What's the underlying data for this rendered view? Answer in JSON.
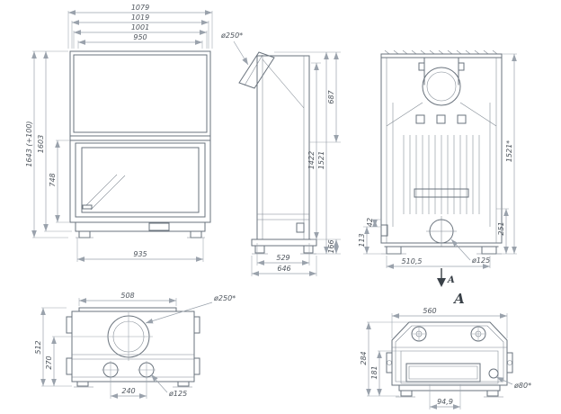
{
  "drawing": {
    "background": "#ffffff",
    "line_color": "#6a737d",
    "dim_color": "#9aa2ac",
    "views": {
      "front": {
        "width_overall": "1079",
        "width_2": "1019",
        "width_3": "1001",
        "width_opening": "950",
        "height_overall": "1643 (+100)",
        "height_2": "1603",
        "height_firebox": "748",
        "width_base": "935"
      },
      "side": {
        "flue_diameter": "ø250*",
        "height_flue_section": "687",
        "height_overall": "1521",
        "height_body": "1422",
        "height_base": "166",
        "depth_body": "529",
        "depth_overall": "646"
      },
      "rear": {
        "height_overall": "1521*",
        "height_lower": "251",
        "offset_small": "42",
        "height_foot": "113",
        "width_lower": "510,5",
        "outlet_diameter": "ø125",
        "section_arrow_label": "A",
        "section_view_label": "A"
      },
      "top": {
        "width_back": "508",
        "flue_diameter": "ø250*",
        "depth_overall": "512",
        "depth_front": "270",
        "spacing_outlets": "240",
        "outlet_diameter": "ø125"
      },
      "bottom": {
        "width_top": "560",
        "height_overall": "284",
        "height_lower": "181",
        "width_pocket": "94,9",
        "hole_diameter": "ø80*"
      }
    }
  }
}
